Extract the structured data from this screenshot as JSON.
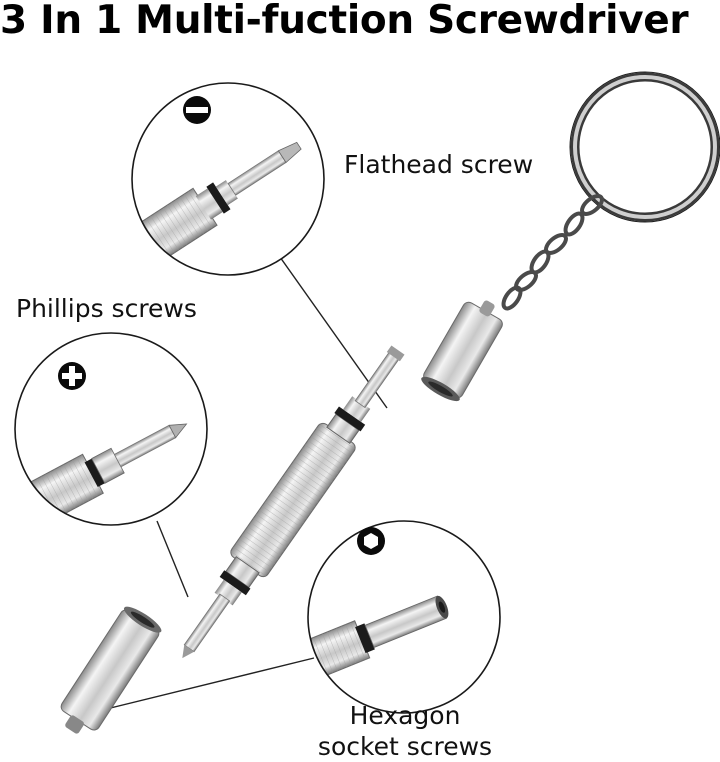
{
  "title": "3 In 1 Multi-fuction Screwdriver",
  "labels": {
    "flathead": "Flathead screw",
    "phillips": "Phillips screws",
    "hexagon_line1": "Hexagon",
    "hexagon_line2": "socket screws"
  },
  "icons": {
    "flathead": "flathead-slot-icon",
    "phillips": "phillips-cross-icon",
    "hexagon": "hexagon-socket-icon"
  },
  "colors": {
    "text": "#111111",
    "metal_light": "#f2f2f2",
    "metal_mid": "#bdbdbd",
    "metal_dark": "#6d6d6d",
    "ring": "#222222"
  }
}
